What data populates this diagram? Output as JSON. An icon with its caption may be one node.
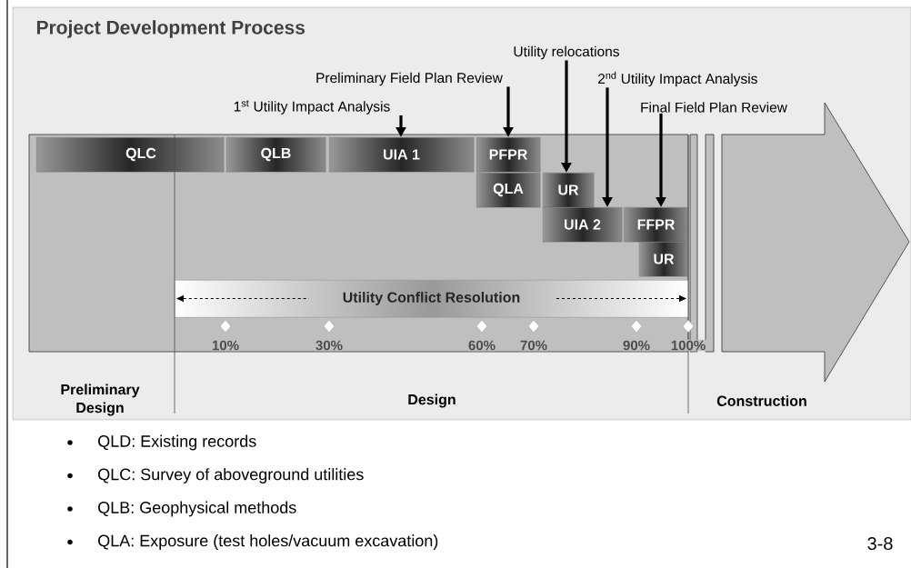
{
  "diagram": {
    "title": "Project Development Process",
    "nodes": [
      {
        "text": [
          "QLC"
        ]
      },
      {
        "text": [
          "QLB"
        ]
      },
      {
        "text": [
          "UIA 1"
        ]
      },
      {
        "text": [
          "PFPR"
        ]
      },
      {
        "text": [
          "QLA"
        ]
      },
      {
        "text": [
          "UR"
        ]
      },
      {
        "text": [
          "UIA 2"
        ]
      },
      {
        "text": [
          "FFPR"
        ]
      },
      {
        "text": [
          "UR"
        ]
      },
      {
        "text": [
          "1$^{st}$ Utility Impact Analysis"
        ]
      },
      {
        "text": [
          "Preliminary Field Plan Review"
        ]
      },
      {
        "text": [
          "Utility relocations"
        ]
      },
      {
        "text": [
          "2$^{nd}$ Utility Impact Analysis"
        ]
      },
      {
        "text": [
          "Final Field Plan Review"
        ]
      },
      {
        "text": [
          "Utility Conflict Resolution"
        ]
      }
    ],
    "edges": [
      {
        "from": 9,
        "to": 2,
        "arrow": "to"
      },
      {
        "from": 10,
        "to": 3,
        "arrow": "to"
      },
      {
        "from": 11,
        "to": 5,
        "arrow": "to"
      },
      {
        "from": 12,
        "to": 6,
        "arrow": "to"
      },
      {
        "from": 13,
        "to": 7,
        "arrow": "to"
      }
    ],
    "labels": [
      "10%",
      "30%",
      "60%",
      "70%",
      "90%",
      "100%",
      "Preliminary Design",
      "Design",
      "Construction",
      "QLD: Existing records",
      "QLC: Survey of aboveground utilities",
      "QLB: Geophysical methods",
      "QLA: Exposure (test holes/vacuum excavation)",
      "3-8"
    ]
  }
}
